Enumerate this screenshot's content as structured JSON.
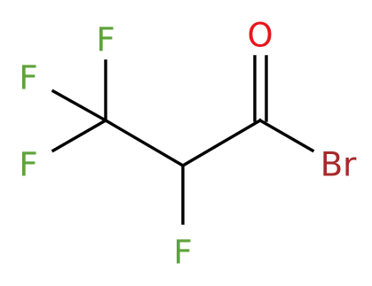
{
  "molecule": {
    "atoms": {
      "f_top": "F",
      "f_mid_upper": "F",
      "f_mid_lower": "F",
      "f_bottom": "F",
      "o": "O",
      "br": "Br"
    },
    "colors": {
      "fluorine": "#5ea33a",
      "oxygen": "#e8161b",
      "bromine": "#a52a2a",
      "bond": "#000000"
    }
  }
}
